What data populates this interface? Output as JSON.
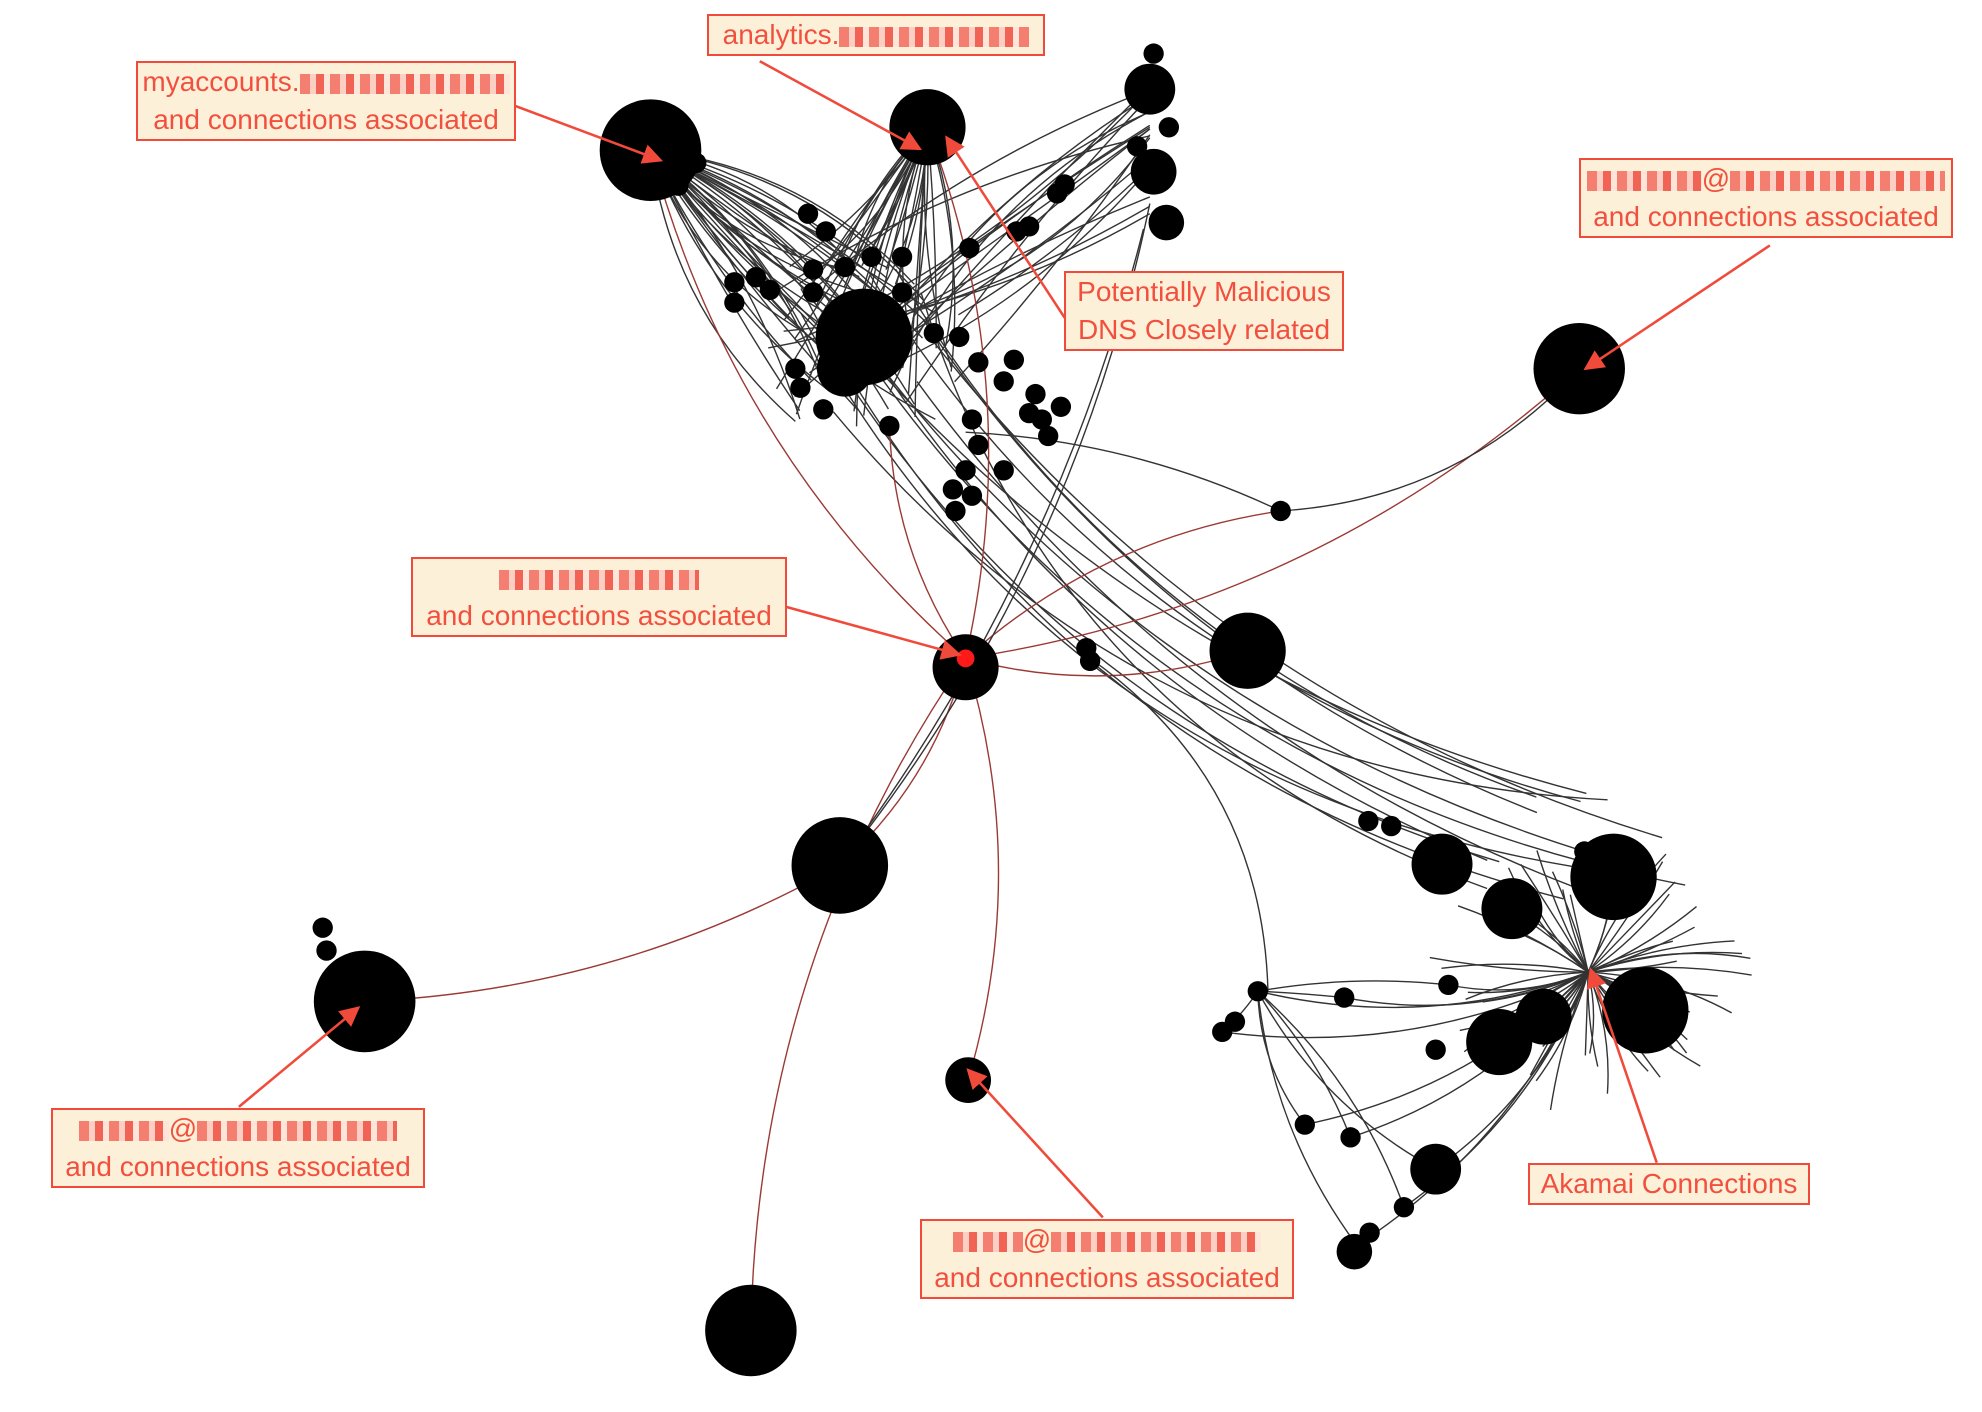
{
  "colors": {
    "label_border": "#f04a3a",
    "label_bg": "#fdf0d8",
    "label_text": "#f2503f",
    "node": "#000000",
    "edge": "#333333",
    "edge_red": "#9b3a35",
    "highlight_node": "#ff1a1a"
  },
  "labels": [
    {
      "id": "myaccounts",
      "line1": "myaccounts.",
      "line2": "and connections associated"
    },
    {
      "id": "analytics",
      "line1": "analytics.",
      "line2": ""
    },
    {
      "id": "malicious",
      "line1": "Potentially Malicious",
      "line2": "DNS Closely related"
    },
    {
      "id": "email-right",
      "line1": "@",
      "line2": "and connections associated"
    },
    {
      "id": "center",
      "line1": "",
      "line2": "and connections associated"
    },
    {
      "id": "email-left",
      "line1": "@",
      "line2": "and connections associated"
    },
    {
      "id": "email-bottom",
      "line1": "@",
      "line2": "and connections associated"
    },
    {
      "id": "akamai",
      "line1": "Akamai Connections",
      "line2": ""
    }
  ]
}
